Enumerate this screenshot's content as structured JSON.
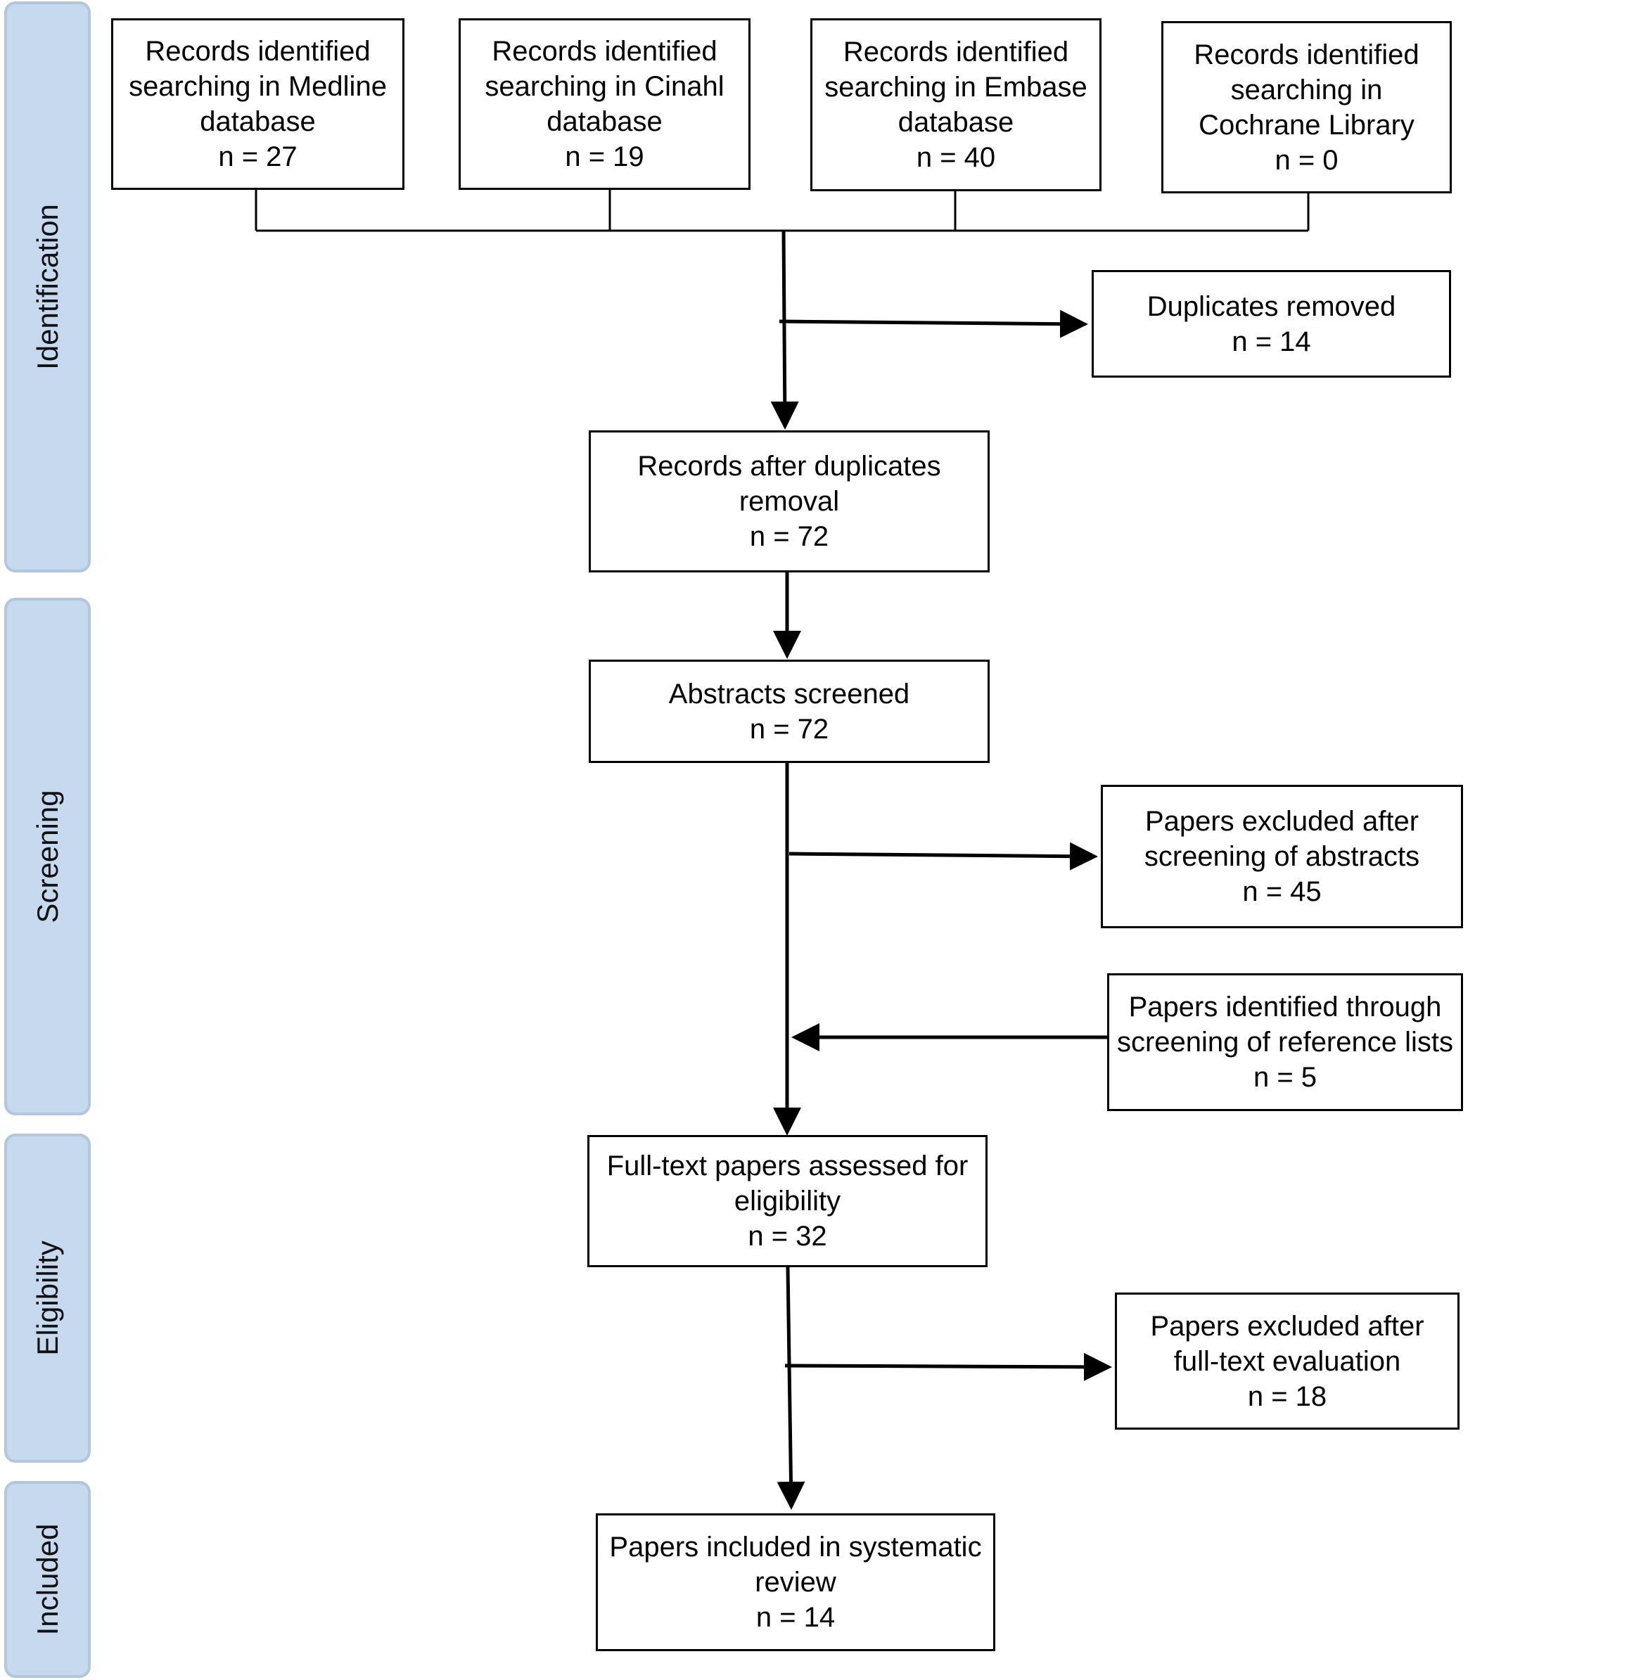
{
  "phases": {
    "identification": "Identification",
    "screening": "Screening",
    "eligibility": "Eligibility",
    "included": "Included"
  },
  "sources": [
    {
      "line1": "Records identified",
      "line2": "searching in Medline",
      "line3": "database",
      "count": "n = 27"
    },
    {
      "line1": "Records identified",
      "line2": "searching in Cinahl",
      "line3": "database",
      "count": "n = 19"
    },
    {
      "line1": "Records identified",
      "line2": "searching in Embase",
      "line3": "database",
      "count": "n = 40"
    },
    {
      "line1": "Records identified",
      "line2": "searching in",
      "line3": "Cochrane  Library",
      "count": "n = 0"
    }
  ],
  "duplicates_removed": {
    "line1": "Duplicates removed",
    "count": "n = 14"
  },
  "after_duplicates": {
    "line1": "Records after duplicates",
    "line2": "removal",
    "count": "n = 72"
  },
  "abstracts_screened": {
    "line1": "Abstracts screened",
    "count": "n = 72"
  },
  "excluded_abstracts": {
    "line1": "Papers excluded after",
    "line2": "screening of abstracts",
    "count": "n = 45"
  },
  "reference_lists": {
    "line1": "Papers identified through",
    "line2": "screening of reference lists",
    "count": "n = 5"
  },
  "full_text": {
    "line1": "Full-text papers assessed for",
    "line2": "eligibility",
    "count": "n = 32"
  },
  "excluded_full_text": {
    "line1": "Papers excluded after",
    "line2": "full-text evaluation",
    "count": "n = 18"
  },
  "included_review": {
    "line1": "Papers included in systematic",
    "line2": "review",
    "count": "n = 14"
  }
}
